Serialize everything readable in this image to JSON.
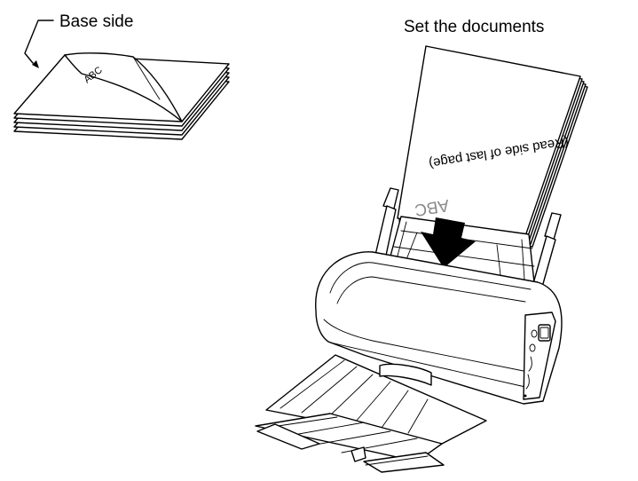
{
  "labels": {
    "base_side": "Base side",
    "set_documents": "Set the documents"
  },
  "paper_stack": {
    "print_text": "ABC"
  },
  "scanner": {
    "page_text": "(Read side of last page)",
    "abc_text": "ABC"
  },
  "colors": {
    "line": "#000000",
    "background": "#ffffff",
    "arrow_fill": "#000000"
  },
  "icons": [
    "callout-arrow-icon",
    "down-arrow-icon"
  ]
}
